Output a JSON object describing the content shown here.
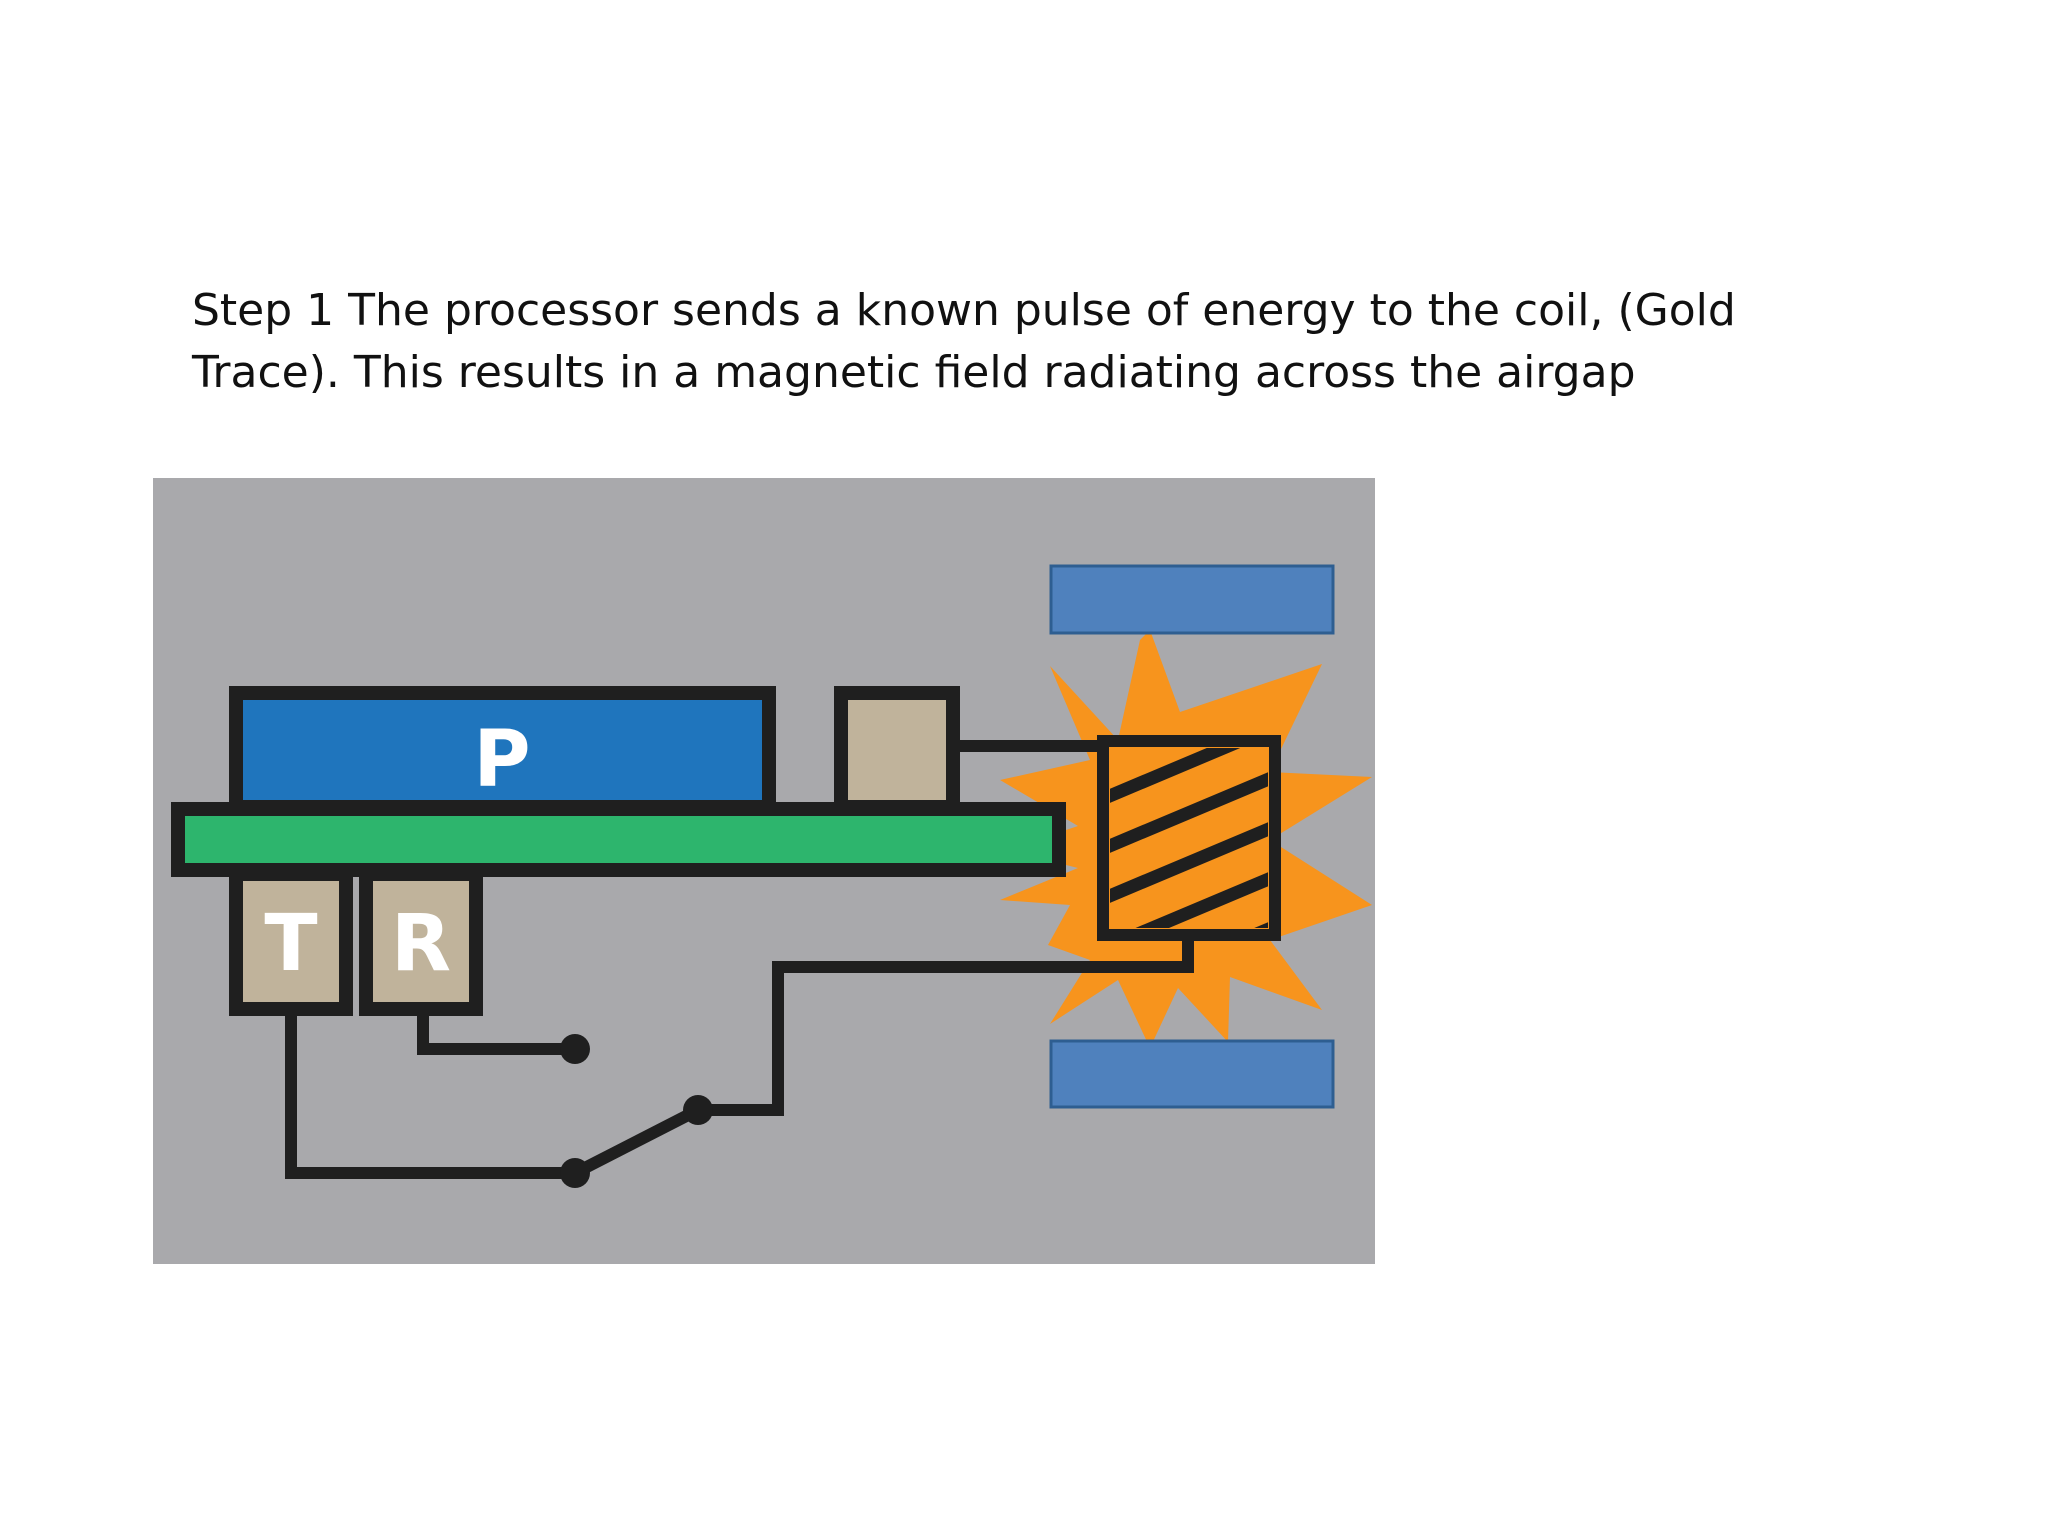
{
  "caption": {
    "line1": "Step 1 The processor sends a known pulse of energy to the coil, (Gold",
    "line2": "Trace).  This results in a magnetic field radiating across the airgap"
  },
  "diagram": {
    "labels": {
      "processor": "P",
      "transmit": "T",
      "receive": "R"
    },
    "colors": {
      "background": "#a9a9ac",
      "processor": "#1f75bd",
      "board": "#2db56d",
      "component": "#c0b39b",
      "coil": "#f7941d",
      "magnetic_field": "#f7941d",
      "pole_pieces": "#4f81bd",
      "trace": "#1f1f1f"
    }
  }
}
